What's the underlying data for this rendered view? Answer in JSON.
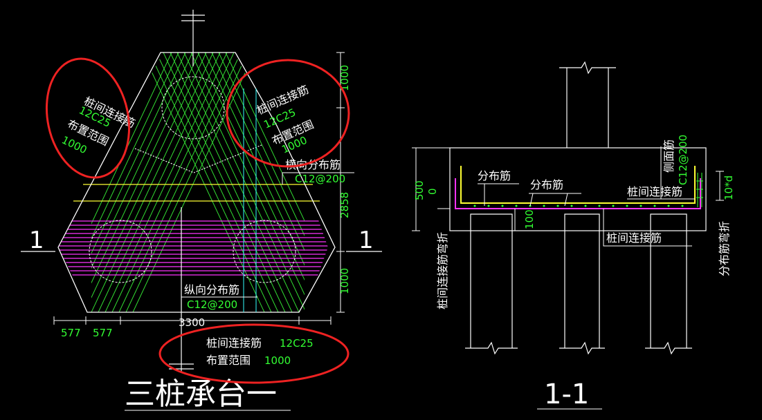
{
  "colors": {
    "background": "#000000",
    "outline": "#ffffff",
    "pile_connect_rebar": "#33dd33",
    "distribution_rebar_magenta": "#ff33ff",
    "distribution_rebar_yellow": "#ffff33",
    "dimension_text": "#33ff33",
    "cyan_line": "#33ffff",
    "annotation_circle": "#ee2222"
  },
  "plan": {
    "title": "三桩承台一",
    "section_mark_left": "1",
    "section_mark_right": "1",
    "label_left_1": "桩间连接筋",
    "label_left_2": "12C25",
    "label_left_3": "布置范围",
    "label_left_4": "1000",
    "label_right_1": "桩间连接筋",
    "label_right_2": "12C25",
    "label_right_3": "布置范围",
    "label_right_4": "1000",
    "transverse_label": "横向分布筋",
    "transverse_spec": "C12@200",
    "longitudinal_label": "纵向分布筋",
    "longitudinal_spec": "C12@200",
    "bottom_label_1": "桩间连接筋",
    "bottom_spec_1": "12C25",
    "bottom_label_2": "布置范围",
    "bottom_spec_2": "1000",
    "dim_1000_top": "1000",
    "dim_2858": "2858",
    "dim_1000_bottom": "1000",
    "dim_577_a": "577",
    "dim_577_b": "577",
    "dim_3300": "3300"
  },
  "section": {
    "title": "1-1",
    "dist_label_1": "分布筋",
    "dist_label_2": "分布筋",
    "pile_connect_label": "桩间连接筋",
    "pile_connect_bottom": "桩间连接筋",
    "side_rebar_label": "侧面筋",
    "side_rebar_spec": "C12@200",
    "left_vertical_label": "桩间连接筋弯折",
    "right_vertical_label": "分布筋弯折",
    "dim_500": "500",
    "dim_0": "0",
    "dim_100": "100",
    "dim_10d": "10*d"
  }
}
